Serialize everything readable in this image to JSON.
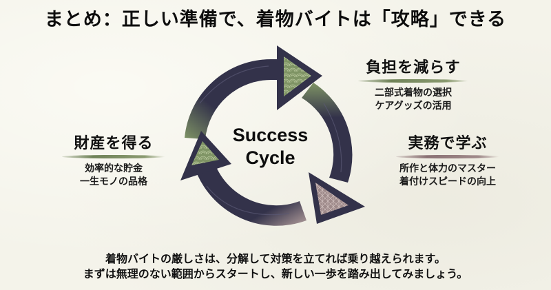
{
  "title": "まとめ：正しい準備で、着物バイトは「攻略」できる",
  "diagram": {
    "type": "cycle",
    "center_label": [
      "Success",
      "Cycle"
    ],
    "colors": {
      "navy": "#33324a",
      "green": "#7f9465",
      "mauve": "#b39e9c",
      "background": "#f4f3ea"
    },
    "nodes": [
      {
        "heading": "負担を減らす",
        "underline_color": "#6f8258",
        "items": [
          "二部式着物の選択",
          "ケアグッズの活用"
        ]
      },
      {
        "heading": "実務で学ぶ",
        "underline_color": "#8a7073",
        "items": [
          "所作と体力のマスター",
          "着付けスピードの向上"
        ]
      },
      {
        "heading": "財産を得る",
        "underline_color": "#6f8258",
        "items": [
          "効率的な貯金",
          "一生モノの品格"
        ]
      }
    ]
  },
  "footer": {
    "line1": "着物バイトの厳しさは、分解して対策を立てれば乗り越えられます。",
    "line2": "まずは無理のない範囲からスタートし、新しい一歩を踏み出してみましょう。"
  }
}
